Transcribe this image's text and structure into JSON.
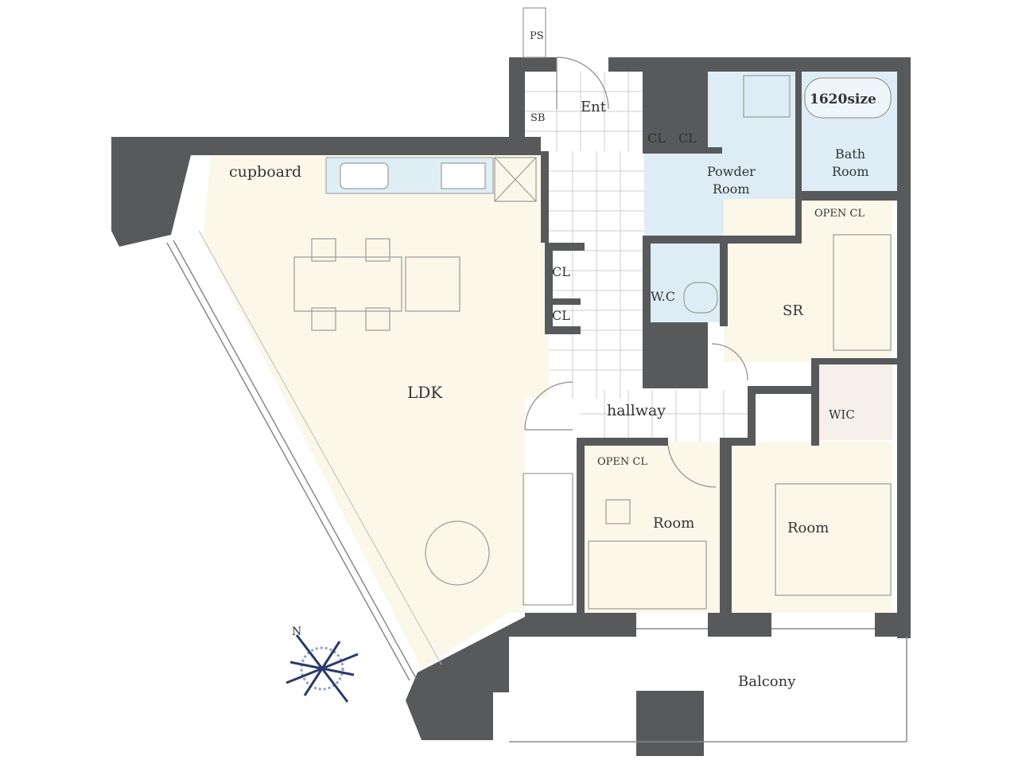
{
  "rooms": {
    "ldk": "LDK",
    "cupboard": "cupboard",
    "entrance": "Ent",
    "shoe_box": "SB",
    "pipe_space": "PS",
    "closet_1": "CL",
    "closet_2": "CL",
    "closet_3": "CL",
    "closet_4": "CL",
    "powder_room_line1": "Powder",
    "powder_room_line2": "Room",
    "bath_line1": "Bath",
    "bath_line2": "Room",
    "bath_size": "1620size",
    "open_closet_sr": "OPEN CL",
    "open_closet_room": "OPEN CL",
    "wc": "W.C",
    "sr": "SR",
    "hallway": "hallway",
    "wic": "WIC",
    "room_left": "Room",
    "room_right": "Room",
    "balcony": "Balcony"
  },
  "compass": {
    "north_letter": "N"
  },
  "colors": {
    "wall": "#58595b",
    "living_floor": "#fbf8ea",
    "wet_area": "#deedf5",
    "tile_floor": "#ffffff",
    "accent_blue": "#2b3a6b"
  }
}
